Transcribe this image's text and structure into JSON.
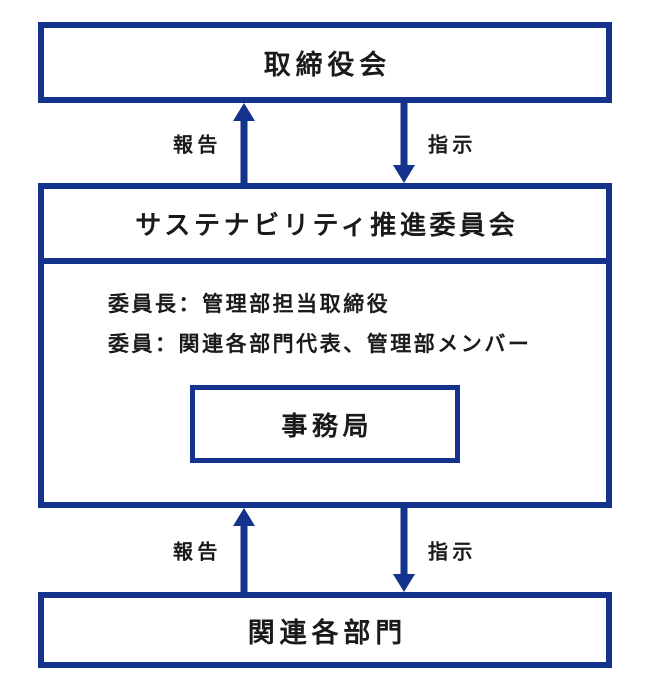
{
  "colors": {
    "accent": "#14338C",
    "text": "#1a1a1a",
    "background": "#ffffff"
  },
  "nodes": {
    "board": {
      "label": "取締役会"
    },
    "committee": {
      "title": "サステナビリティ推進委員会",
      "details": [
        "委員長：管理部担当取締役",
        "委員：関連各部門代表、管理部メンバー"
      ],
      "secretariat": {
        "label": "事務局"
      }
    },
    "departments": {
      "label": "関連各部門"
    }
  },
  "flows": {
    "top": {
      "report_label": "報告",
      "instruct_label": "指示"
    },
    "bottom": {
      "report_label": "報告",
      "instruct_label": "指示"
    }
  }
}
